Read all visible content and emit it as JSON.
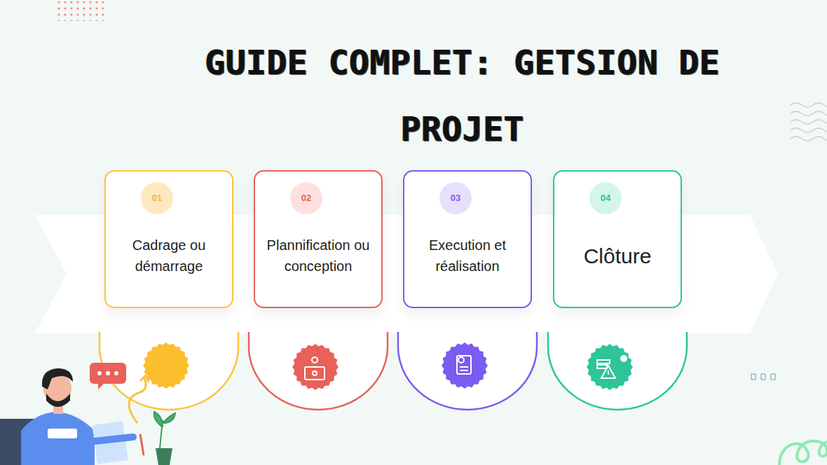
{
  "diagram": {
    "title": "GUIDE COMPLET: GETSION DE PROJET",
    "nodes": [
      {
        "text": [
          "01",
          "Cadrage ou démarrage"
        ]
      },
      {
        "text": [
          "02",
          "Plannification ou conception"
        ]
      },
      {
        "text": [
          "03",
          "Execution et réalisation"
        ]
      },
      {
        "text": [
          "04",
          "Clôture"
        ]
      }
    ]
  }
}
